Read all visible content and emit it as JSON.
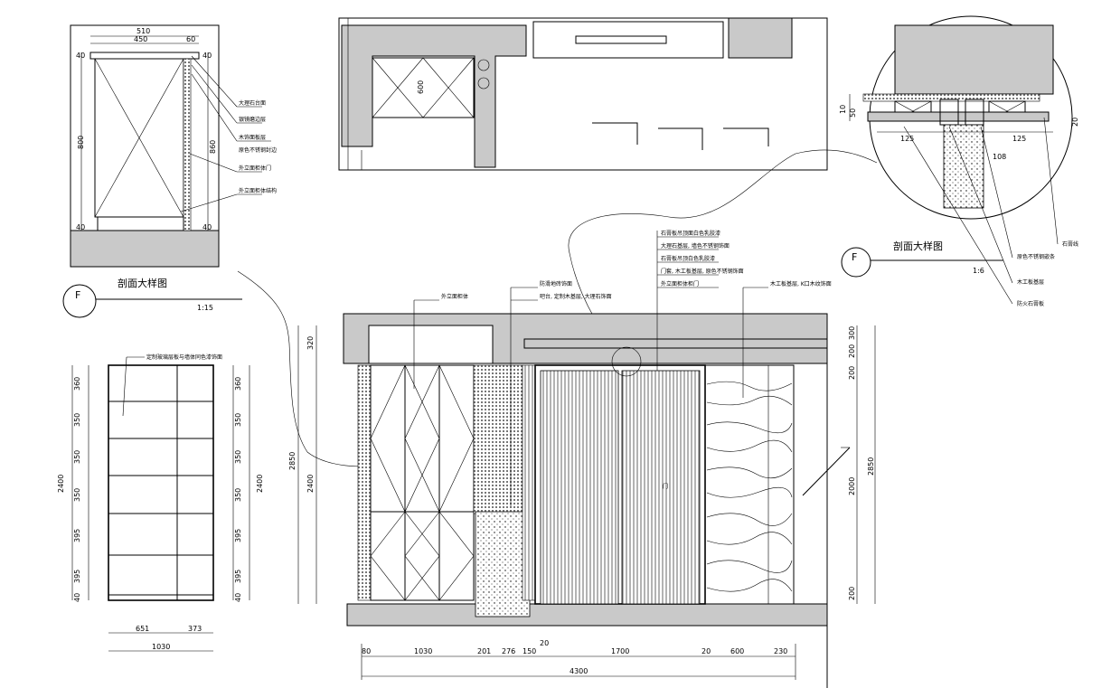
{
  "detail_section": {
    "title": "剖面大样图",
    "symbol": "F",
    "scale": "1:15",
    "dims": {
      "total_width": "510",
      "left_width": "450",
      "right_width": "60",
      "top_1": "40",
      "top_2": "40",
      "left_height": "800",
      "right_height": "860",
      "bottom_1": "40",
      "bottom_2": "40"
    },
    "callouts": [
      "大理石台面",
      "银镜磨边层",
      "木饰面板层",
      "原色不锈钢封边",
      "外立面柜体门",
      "外立面柜体结构"
    ]
  },
  "shelf_elevation": {
    "note": "定制玻璃层板与墙体同色漆饰面",
    "dims_left": [
      "360",
      "350",
      "350",
      "350",
      "395",
      "395",
      "40"
    ],
    "dims_right": [
      "360",
      "350",
      "350",
      "350",
      "395",
      "395",
      "40"
    ],
    "total_height_left": "2400",
    "total_height_right": "2400",
    "bottom_dims": [
      "651",
      "373"
    ],
    "bottom_total": "1030"
  },
  "plan": {
    "dim_600": "600"
  },
  "circle_detail": {
    "title": "剖面大样图",
    "symbol": "F",
    "scale": "1:6",
    "dims": {
      "left_a": "10",
      "left_b": "50",
      "right_a": "20",
      "bottom_left": "125",
      "bottom_right": "125",
      "center": "108"
    },
    "callouts": [
      "原色不锈钢嵌条",
      "木工板基层",
      "防火石膏板",
      "石膏线"
    ]
  },
  "main_elevation": {
    "top_callouts": [
      "石膏板吊顶面白色乳胶漆",
      "大理石基层, 墙色不锈钢饰面",
      "石膏板吊顶白色乳胶漆",
      "门套, 木工板基层, 原色不锈钢饰面",
      "外立面柜体柜门"
    ],
    "left_callouts": [
      "外立面柜体",
      "防滑地砖饰面",
      "吧台, 定制木基层, 大理石饰面"
    ],
    "right_callout": "木工板基层, K口木纹饰面",
    "left_dims": [
      "320",
      "2850",
      "2400"
    ],
    "right_dims": [
      "300",
      "200",
      "200",
      "2000",
      "200",
      "2850"
    ],
    "center_label": "门",
    "bottom_dims": [
      "80",
      "1030",
      "201",
      "276",
      "150",
      "20",
      "1700",
      "20",
      "600",
      "230"
    ],
    "bottom_total": "4300"
  }
}
